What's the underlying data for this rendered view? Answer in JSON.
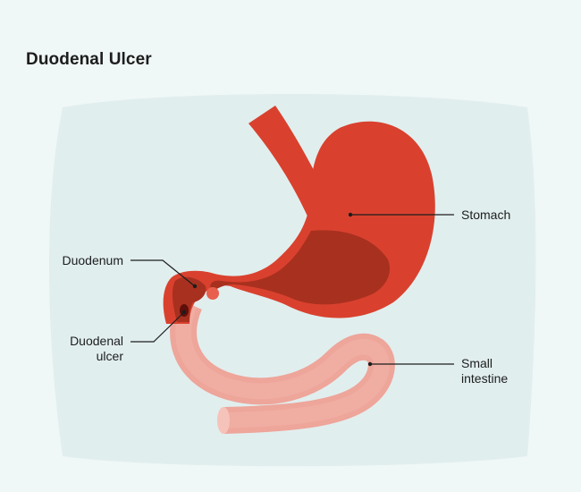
{
  "title": "Duodenal Ulcer",
  "labels": {
    "stomach": "Stomach",
    "duodenum": "Duodenum",
    "duodenal_ulcer_line1": "Duodenal",
    "duodenal_ulcer_line2": "ulcer",
    "small_intestine_line1": "Small",
    "small_intestine_line2": "intestine"
  },
  "colors": {
    "background": "#f0f7f7",
    "body_silhouette": "#e1eeee",
    "stomach_wall": "#d9412e",
    "stomach_interior": "#a8301f",
    "small_intestine": "#eea59a",
    "ulcer": "#5e0f0a",
    "leader_line": "#1d1d1d"
  }
}
